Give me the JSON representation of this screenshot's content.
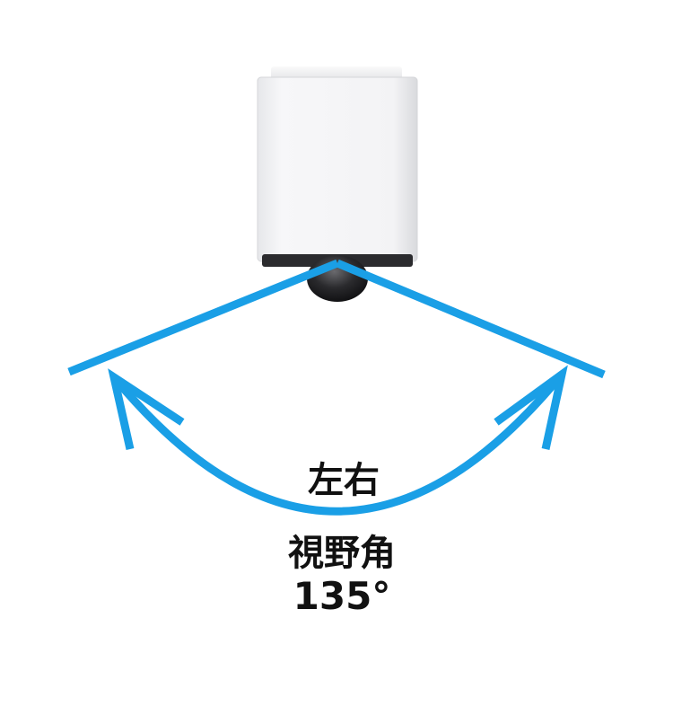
{
  "labels": {
    "direction": "左右",
    "field_of_view": "視野角",
    "angle": "135°"
  },
  "field_of_view_degrees": 135,
  "colors": {
    "arc": "#1a9fe6",
    "camera_body": "#f4f4f6",
    "lens": "#222222",
    "text": "#111111"
  },
  "icons": {
    "camera": "security-camera-icon"
  }
}
